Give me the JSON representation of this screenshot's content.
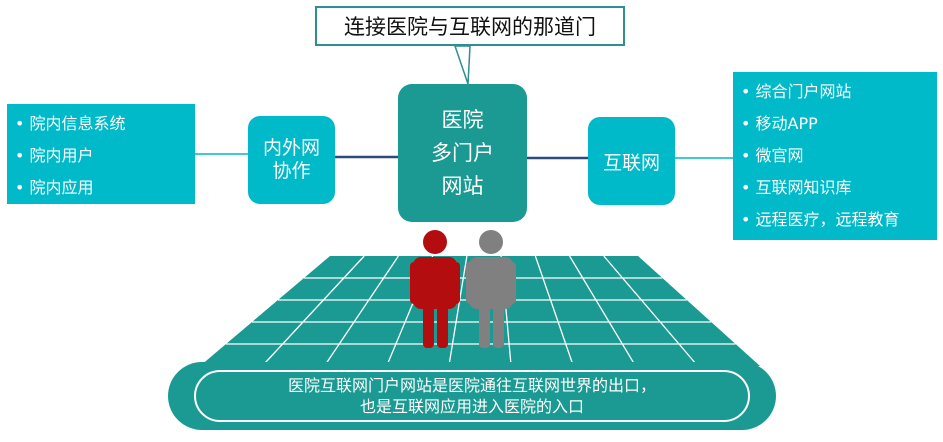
{
  "callout": {
    "text": "连接医院与互联网的那道门"
  },
  "left_list": {
    "items": [
      "院内信息系统",
      "院内用户",
      "院内应用"
    ]
  },
  "inout_box": {
    "line1": "内外网",
    "line2": "协作"
  },
  "center_box": {
    "line1": "医院",
    "line2": "多门户",
    "line3": "网站"
  },
  "internet_box": {
    "label": "互联网"
  },
  "right_list": {
    "items": [
      "综合门户网站",
      "移动APP",
      "微官网",
      "互联网知识库",
      "远程医疗，远程教育"
    ]
  },
  "bottom_banner": {
    "line1": "医院互联网门户网站是医院通往互联网世界的出口，",
    "line2": "也是互联网应用进入医院的入口"
  },
  "colors": {
    "cyan": "#00b9c9",
    "teal": "#1a9a93",
    "person_red": "#b30d10",
    "person_gray": "#808080"
  }
}
